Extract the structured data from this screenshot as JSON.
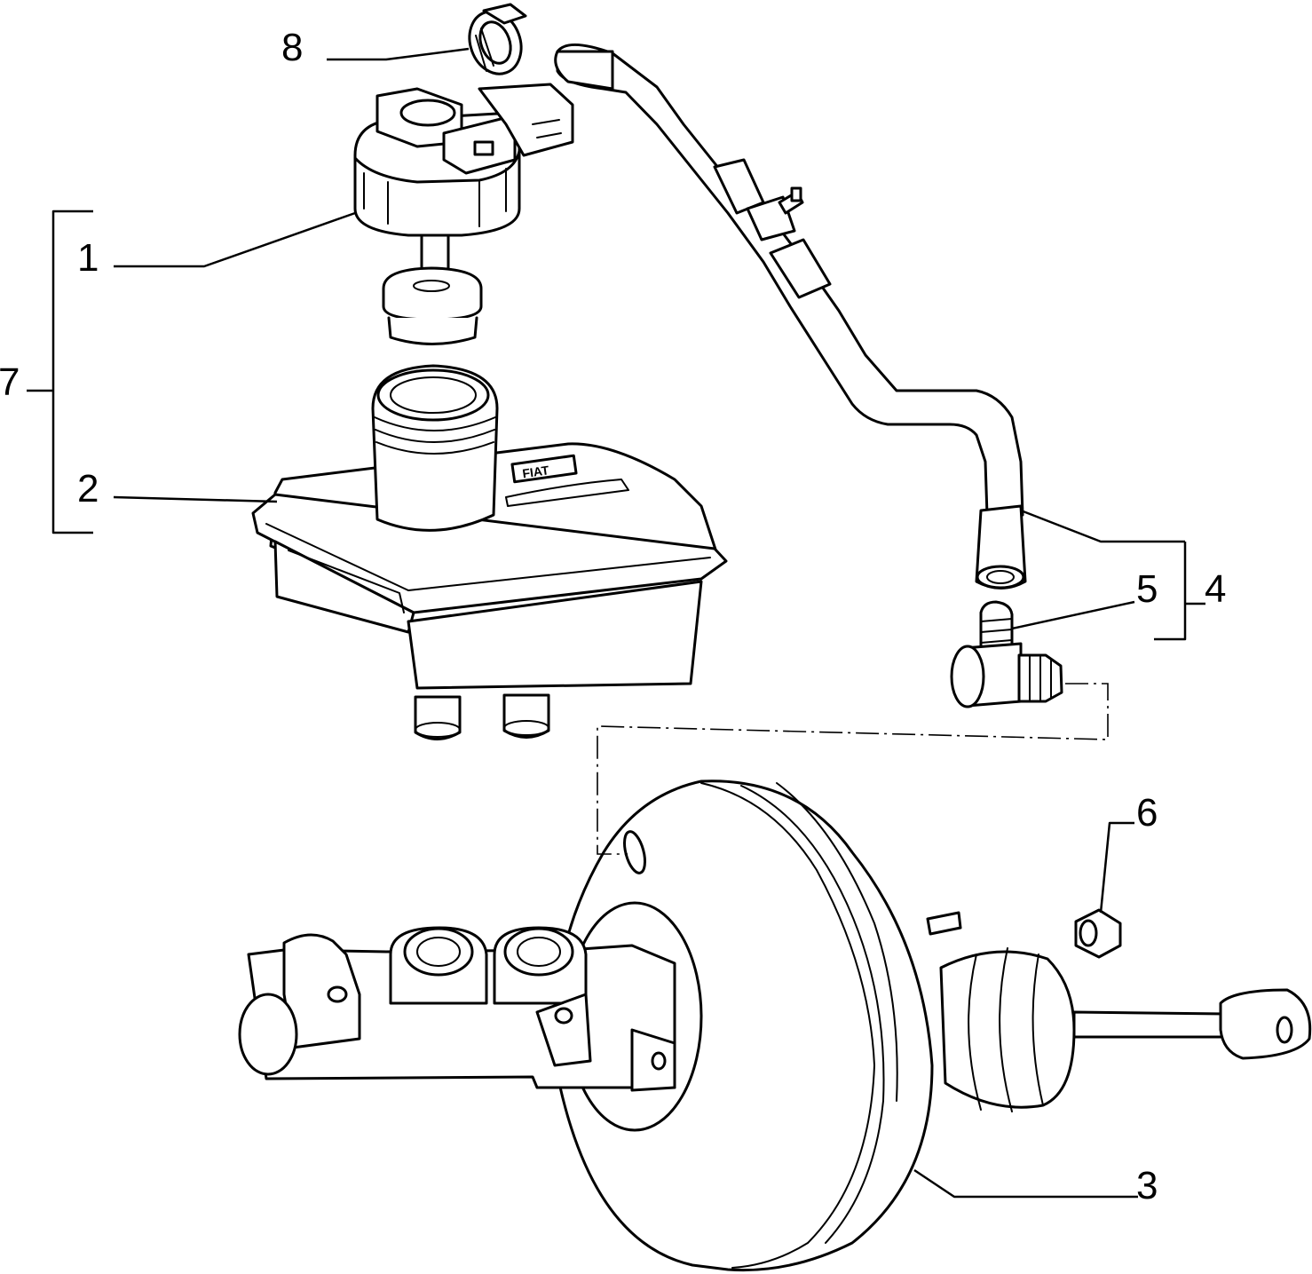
{
  "callouts": {
    "c1": "1",
    "c2": "2",
    "c3": "3",
    "c4": "4",
    "c5": "5",
    "c6": "6",
    "c7": "7",
    "c8": "8"
  },
  "reservoir_mark": "FIAT",
  "colors": {
    "line": "#000000",
    "background": "#ffffff"
  }
}
